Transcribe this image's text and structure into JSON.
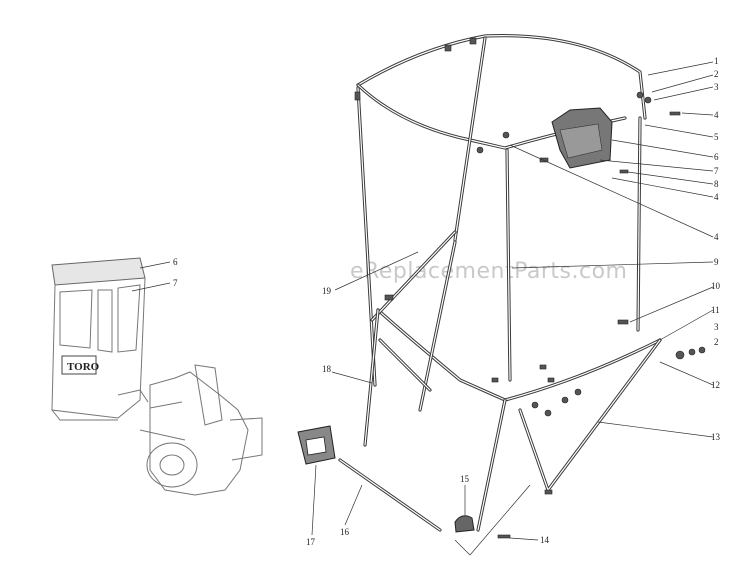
{
  "watermark": "eReplacementParts.com",
  "badge": "TORO",
  "callouts": {
    "c1": "1",
    "c2a": "2",
    "c3a": "3",
    "c4a": "4",
    "c5": "5",
    "c6a": "6",
    "c7a": "7",
    "c8": "8",
    "c4b": "4",
    "c4c": "4",
    "c9": "9",
    "c10": "10",
    "c11": "11",
    "c3b": "3",
    "c2b": "2",
    "c12": "12",
    "c13": "13",
    "c14": "14",
    "c15": "15",
    "c16": "16",
    "c17": "17",
    "c18": "18",
    "c19": "19",
    "c6b": "6",
    "c7b": "7"
  }
}
